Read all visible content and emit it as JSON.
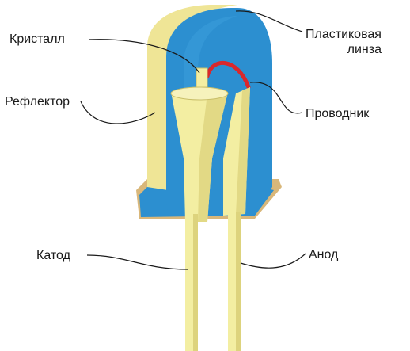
{
  "labels": {
    "crystal": "Кристалл",
    "reflector": "Рефлектор",
    "lens_line1": "Пластиковая",
    "lens_line2": "линза",
    "conductor": "Проводник",
    "cathode": "Катод",
    "anode": "Анод"
  },
  "colors": {
    "lens_blue": "#2c8fd0",
    "lens_blue_dark": "#1f6fb0",
    "reflector_yellow": "#efe596",
    "leg_yellow": "#f3eea2",
    "leg_yellow_shade": "#d9cf78",
    "wire_red": "#d9282c",
    "flange_tan": "#d9b77a",
    "leader_line": "#1a1a1a"
  }
}
